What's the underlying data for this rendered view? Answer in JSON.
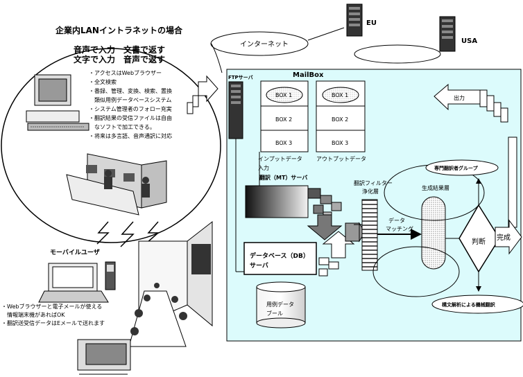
{
  "intranet": {
    "title": "企業内LANイントラネットの場合",
    "voice_text": "音声で入力　文書で返す",
    "text_voice": "文字で入力　音声で返す",
    "features": [
      "・アクセスはWebブラウザー",
      "・全文検索",
      "・番録、管理、変換、検索、置換",
      "　類似用例データベースシステム",
      "・システム管理者のフォロー充実",
      "・翻訳結果の受信ファイルは自由",
      "　なソフトで加工できる。",
      "・将来は多言語、音声通訳に対応"
    ]
  },
  "network": {
    "internet": "インターネット",
    "eu": "EU",
    "usa": "USA"
  },
  "system": {
    "ftp_server": "FTPサーバ",
    "mailbox": "MailBox",
    "input_boxes": [
      "BOX 1",
      "BOX 2",
      "BOX 3"
    ],
    "output_boxes": [
      "BOX 1",
      "BOX 2",
      "BOX 3"
    ],
    "input_data": "インプットデータ",
    "input_data_2": "入力",
    "output_data": "アウトプットデータ",
    "output_label": "出力",
    "mt_server": "翻訳（MT）サーバ",
    "db_server_1": "データベース（DB）",
    "db_server_2": "サーバ",
    "db_cyl_1": "用例データ",
    "db_cyl_2": "ブール",
    "filter_1": "翻訳フィルター",
    "filter_2": "浄化層",
    "data_matching_1": "データ",
    "data_matching_2": "マッチング",
    "result_layer": "生成結果層",
    "expert_group": "専門翻訳者グループ",
    "judge": "判断",
    "complete": "完成",
    "syntax": "構文解析による機械翻訳"
  },
  "mobile": {
    "title": "モーバイルユーザ",
    "notes": [
      "・Webブラウザーと電子メールが使える",
      "　情報端末機があればOK",
      "・翻訳送受信データはEメールで送れます"
    ]
  }
}
